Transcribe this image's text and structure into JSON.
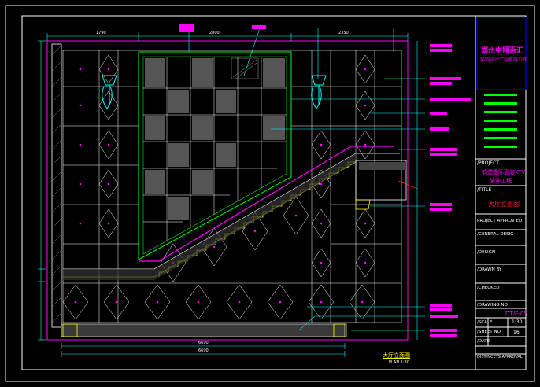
{
  "colors": {
    "background": "#000000",
    "frame": "#ffffff",
    "wall": "#ff00ff",
    "dimension": "#00ffff",
    "glass": "#00ff00",
    "stair": "#ffff00",
    "section": "#ff2222",
    "titleblock_border": "#0000ff",
    "logo": "#ff00ff",
    "bars": "#00ff00"
  },
  "title_block": {
    "company_name": "郑州中盟百汇",
    "company_sub": "装饰设计工程有限公司",
    "project_label": "/PROJECT",
    "project_name_line1": "鹤壁国际酒店KTV",
    "project_name_line2": "装饰工程",
    "title_label": "/TITLE",
    "title_value": "大厅立面图",
    "approved_label": "PROJECT APPROV ED",
    "general_design_label": "/GENERAL DESIG",
    "design_label": "/DESIGN",
    "drawn_label": "/DRAWN BY",
    "checked_label": "/CHECKED",
    "drawing_label": "/DRAWING NO",
    "drawing_no": "DT/E-05",
    "scale_label": "/SCALE",
    "scale_value": "1:30",
    "sheet_label": "/SHEET NO",
    "sheet_value": "16",
    "date_label": "/DATE",
    "approval_label": "DIST/NCETS APPROVAL"
  },
  "drawing": {
    "caption": "大厅立面图",
    "caption_scale": "PLAN 1:30",
    "dim_top_left": "1790",
    "dim_top_mid": "2800",
    "dim_top_right": "2350",
    "dim_bottom_1": "6690",
    "dim_bottom_2": "6690"
  }
}
